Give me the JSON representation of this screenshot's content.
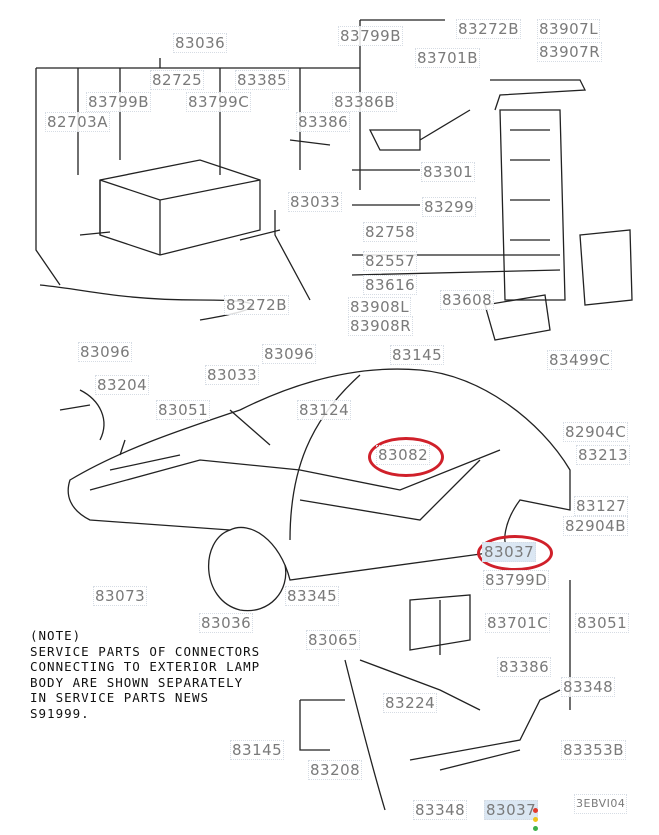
{
  "labels": [
    "83036",
    "83799B",
    "83272B",
    "83907L",
    "83907R",
    "83701B",
    "82725",
    "83385",
    "83799B",
    "83799C",
    "83386B",
    "82703A",
    "83386",
    "83301",
    "83033",
    "83299",
    "82758",
    "82557",
    "83616",
    "83608",
    "83908L",
    "83908R",
    "83272B",
    "83499C",
    "83096",
    "83096",
    "83145",
    "83033",
    "83204",
    "83051",
    "83124",
    "82904C",
    "83082",
    "83213",
    "83127",
    "82904B",
    "83037",
    "83799D",
    "83073",
    "83345",
    "83036",
    "83701C",
    "83051",
    "83065",
    "83386",
    "83348",
    "83224",
    "83145",
    "83353B",
    "83208",
    "83348",
    "83037"
  ],
  "highlighted": [
    "83082",
    "83037"
  ],
  "figure_code": "3EBVI04",
  "note": {
    "title": "(NOTE)",
    "lines": [
      "SERVICE PARTS OF CONNECTORS",
      "CONNECTING TO EXTERIOR LAMP",
      "BODY ARE SHOWN SEPARATELY",
      "IN SERVICE PARTS NEWS",
      "S91999."
    ]
  },
  "colors": {
    "label": "#7a7a7a",
    "highlight_ring": "#d0202a"
  }
}
